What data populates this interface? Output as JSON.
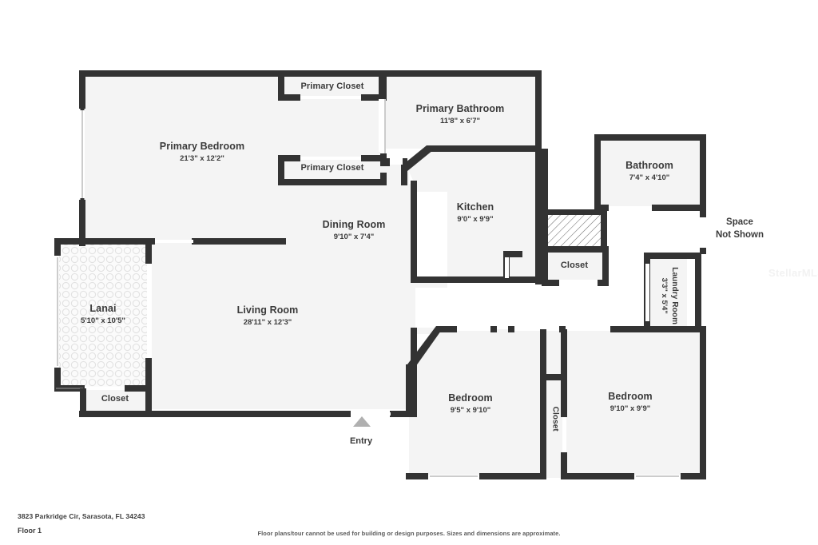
{
  "document": {
    "type": "floor-plan",
    "address": "3823 Parkridge Cir, Sarasota, FL 34243",
    "floor": "Floor 1",
    "disclaimer": "Floor plans/tour cannot be used for building or design purposes. Sizes and dimensions are approximate.",
    "watermark": "StellarMLS"
  },
  "colors": {
    "wall": "#333333",
    "room_fill": "#f4f4f4",
    "hall_fill": "#ffffff",
    "page_background": "#ffffff",
    "label_text": "#3a3a3a",
    "entry_arrow": "#b0b0b0",
    "watermark": "#f2f2f2",
    "window": "#ffffff",
    "hatch": "#707070"
  },
  "annotations": {
    "entry": "Entry",
    "space_not_shown": "Space\nNot Shown",
    "space_not_shown_line1": "Space",
    "space_not_shown_line2": "Not Shown"
  },
  "rooms": [
    {
      "id": "primary-bedroom",
      "name": "Primary Bedroom",
      "dimensions": "21'3\" x 12'2\""
    },
    {
      "id": "primary-closet-1",
      "name": "Primary Closet",
      "dimensions": ""
    },
    {
      "id": "primary-closet-2",
      "name": "Primary Closet",
      "dimensions": ""
    },
    {
      "id": "primary-bathroom",
      "name": "Primary Bathroom",
      "dimensions": "11'8\" x 6'7\""
    },
    {
      "id": "bathroom",
      "name": "Bathroom",
      "dimensions": "7'4\" x 4'10\""
    },
    {
      "id": "kitchen",
      "name": "Kitchen",
      "dimensions": "9'0\" x 9'9\""
    },
    {
      "id": "dining-room",
      "name": "Dining Room",
      "dimensions": "9'10\" x 7'4\""
    },
    {
      "id": "living-room",
      "name": "Living Room",
      "dimensions": "28'11\" x 12'3\""
    },
    {
      "id": "lanai",
      "name": "Lanai",
      "dimensions": "5'10\" x 10'5\""
    },
    {
      "id": "closet-lanai",
      "name": "Closet",
      "dimensions": ""
    },
    {
      "id": "closet-kitchen",
      "name": "Closet",
      "dimensions": ""
    },
    {
      "id": "closet-hall",
      "name": "Closet",
      "dimensions": ""
    },
    {
      "id": "laundry-room",
      "name": "Laundry Room",
      "dimensions": "3'3\" x 5'4\""
    },
    {
      "id": "bedroom-2",
      "name": "Bedroom",
      "dimensions": "9'5\" x 9'10\""
    },
    {
      "id": "bedroom-3",
      "name": "Bedroom",
      "dimensions": "9'10\" x 9'9\""
    }
  ],
  "labels": {
    "primary_bedroom_name": "Primary Bedroom",
    "primary_bedroom_dim": "21'3\" x 12'2\"",
    "primary_closet_1_name": "Primary Closet",
    "primary_closet_2_name": "Primary Closet",
    "primary_bathroom_name": "Primary Bathroom",
    "primary_bathroom_dim": "11'8\" x 6'7\"",
    "bathroom_name": "Bathroom",
    "bathroom_dim": "7'4\" x 4'10\"",
    "kitchen_name": "Kitchen",
    "kitchen_dim": "9'0\" x 9'9\"",
    "dining_room_name": "Dining Room",
    "dining_room_dim": "9'10\" x 7'4\"",
    "living_room_name": "Living Room",
    "living_room_dim": "28'11\" x 12'3\"",
    "lanai_name": "Lanai",
    "lanai_dim": "5'10\" x 10'5\"",
    "closet_lanai_name": "Closet",
    "closet_kitchen_name": "Closet",
    "closet_hall_name": "Closet",
    "laundry_room_name": "Laundry Room",
    "laundry_room_dim": "3'3\" x 5'4\"",
    "bedroom_2_name": "Bedroom",
    "bedroom_2_dim": "9'5\" x 9'10\"",
    "bedroom_3_name": "Bedroom",
    "bedroom_3_dim": "9'10\" x 9'9\""
  }
}
